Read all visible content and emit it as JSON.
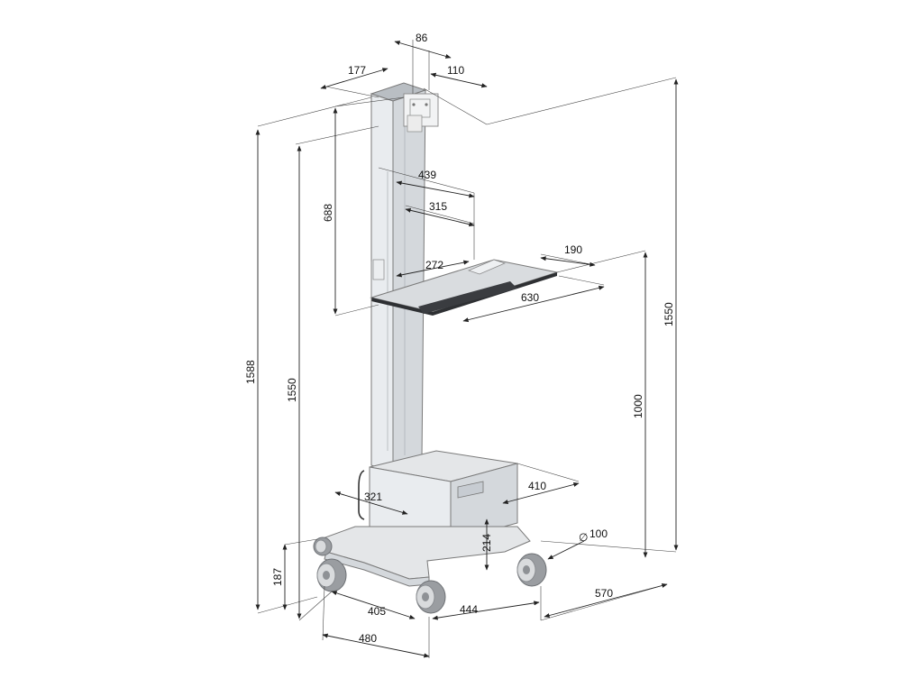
{
  "dimensions": {
    "d86": "86",
    "d177": "177",
    "d110": "110",
    "d439": "439",
    "d315": "315",
    "d688": "688",
    "d272": "272",
    "d190": "190",
    "d630": "630",
    "d1550_right": "1550",
    "d1588": "1588",
    "d1550_left": "1550",
    "d1000": "1000",
    "d321": "321",
    "d410": "410",
    "d214": "214",
    "d100": "100",
    "d187": "187",
    "d405": "405",
    "d444": "444",
    "d570": "570",
    "d480": "480"
  },
  "diameter_symbol": "∅",
  "colors": {
    "column_light": "#e9ecef",
    "column_mid": "#d4d8dc",
    "column_dark": "#b9bec3",
    "tray": "#d9dcdf",
    "tray_edge": "#2e3033",
    "keyboard_rest": "#3a3c40",
    "base": "#e4e6e8",
    "wheel_outer": "#9a9da1",
    "wheel_hub": "#d9dbdd",
    "screen": "#c7ccd2"
  }
}
